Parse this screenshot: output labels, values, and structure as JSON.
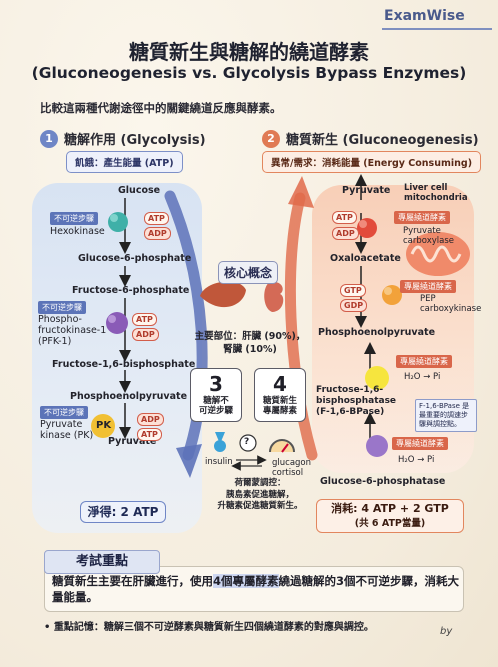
{
  "brand": "ExamWise",
  "title_zh": "糖質新生與糖解的繞道酵素",
  "title_en": "(Gluconeogenesis vs. Glycolysis Bypass Enzymes)",
  "subtitle": "比較這兩種代謝途徑中的關鍵繞道反應與酵素。",
  "glycolysis": {
    "number": "1",
    "title": "糖解作用 (Glycolysis)",
    "condition": "飢餓：產生能量 (ATP)",
    "metabolites": [
      "Glucose",
      "Glucose-6-phosphate",
      "Fructose-6-phosphate",
      "Fructose-1,6-bisphosphate",
      "Phosphoenolpyruvate",
      "Pyruvate"
    ],
    "irreversible_tag": "不可逆步驟",
    "enzymes": [
      "Hexokinase",
      "Phospho-\nfructokinase-1\n(PFK-1)",
      "Pyruvate\nkinase (PK)"
    ],
    "pk_label": "PK",
    "result": "淨得: 2 ATP"
  },
  "gluconeogenesis": {
    "number": "2",
    "title": "糖質新生 (Gluconeogenesis)",
    "condition": "異常/需求：消耗能量 (Energy Consuming)",
    "metabolites": [
      "Pyruvate",
      "Oxaloacetate",
      "Phosphoenolpyruvate",
      "Fructose-1,6-\nbisphosphatase\n(F-1,6-BPase)",
      "Glucose-6-phosphatase"
    ],
    "location": "Liver cell\nmitochondria",
    "special_tag": "專屬繞道酵素",
    "enzymes": [
      "Pyruvate\ncarboxylase",
      "PEP\ncarboxykinase"
    ],
    "h2o": "H₂O",
    "pi": "Pi",
    "f16_note": "F-1,6-BPase 是最重要的調速步驟與調控點。",
    "result_line1": "消耗: 4 ATP + 2 GTP",
    "result_line2": "(共 6 ATP當量)"
  },
  "chips": {
    "atp": "ATP",
    "adp": "ADP",
    "gtp": "GTP",
    "gdp": "GDP"
  },
  "core": {
    "title": "核心概念",
    "sites": "主要部位：肝臟 (90%)，\n腎臟 (10%)",
    "card1_num": "3",
    "card1_text": "糖解不\n可逆步驟",
    "card2_num": "4",
    "card2_text": "糖質新生\n專屬酵素",
    "insulin": "insulin",
    "glucagon": "glucagon\ncortisol",
    "question": "?",
    "hormone_note": "荷爾蒙調控：\n胰島素促進糖解，\n升糖素促進糖質新生。"
  },
  "exam": {
    "heading": "考試重點",
    "text_a": "糖質新生主要在肝臟進行，使用",
    "text_hl": "4個專屬酵素",
    "text_b": "繞過糖解的3個不可逆步驟，消耗大量能量。",
    "note": "重點記憶：糖解三個不可逆酵素與糖質新生四個繞道酵素的對應與調控。"
  },
  "signature": "by"
}
